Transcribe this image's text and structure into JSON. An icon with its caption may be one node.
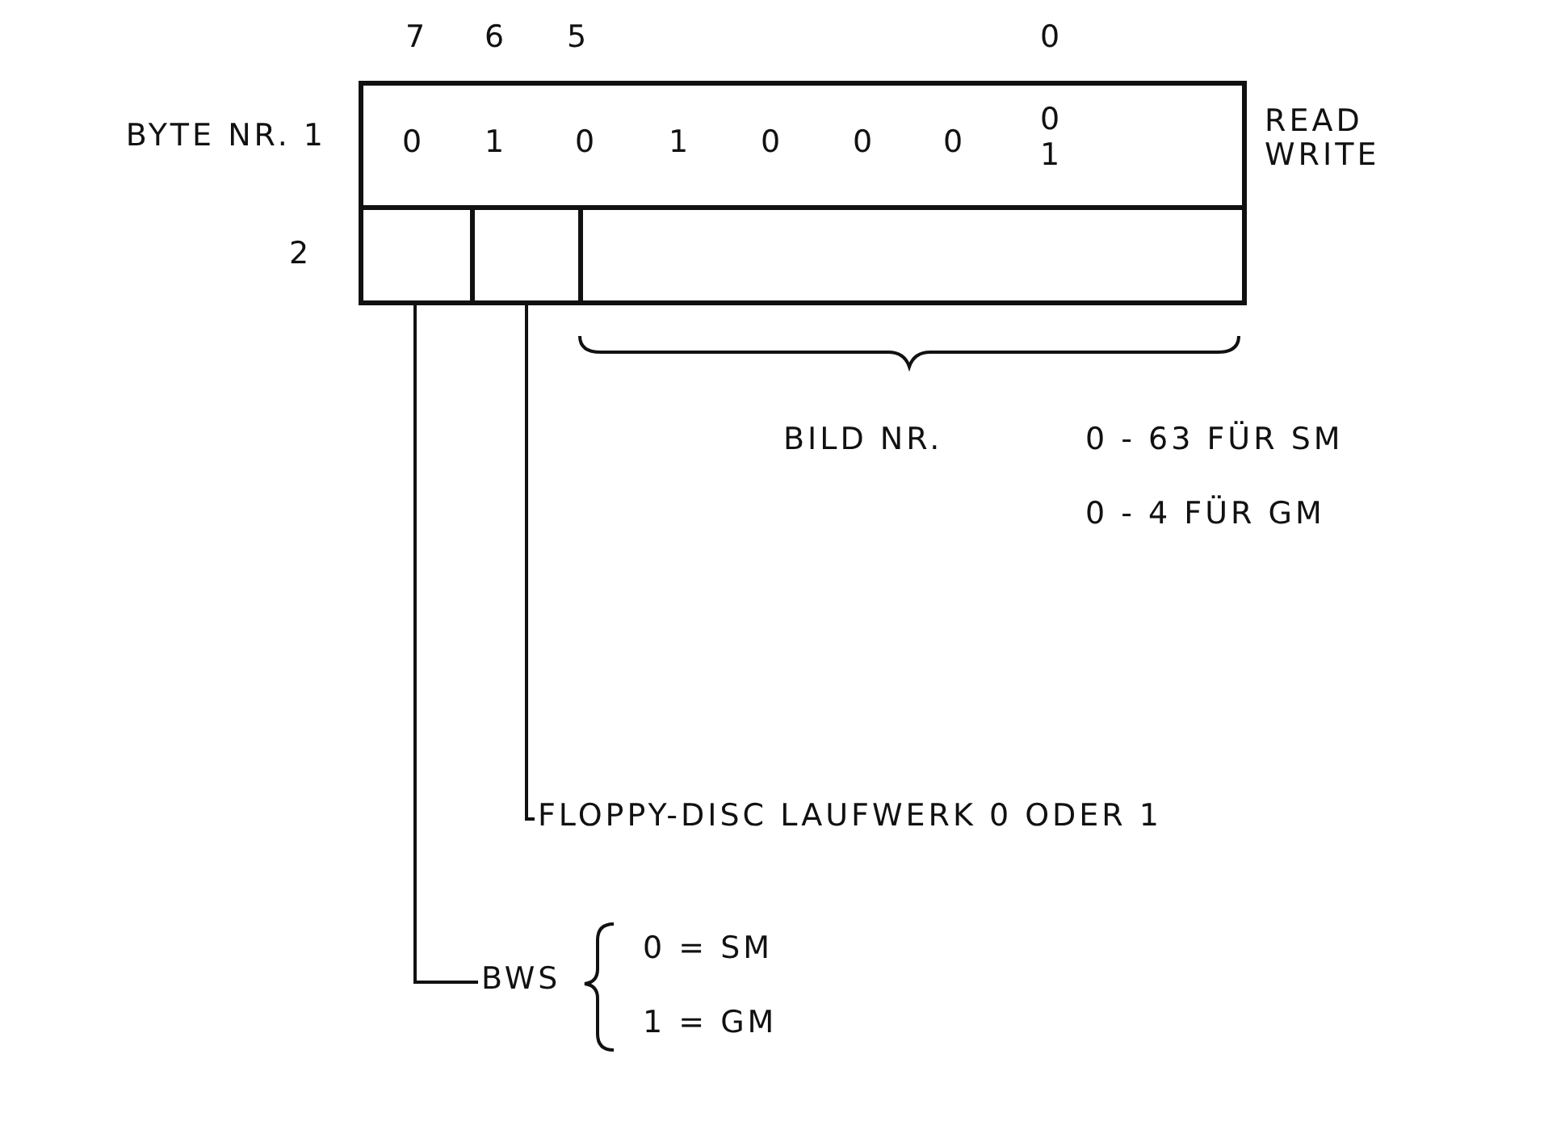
{
  "diagram": {
    "nodes": [
      {
        "text": [
          "0",
          "1",
          "0",
          "1",
          "0",
          "0",
          "0",
          "0 1"
        ],
        "beside": [
          "BYTE NR. 1",
          "READ WRITE"
        ]
      },
      {
        "text": [],
        "shape": "box"
      },
      {
        "text": [],
        "shape": "box"
      },
      {
        "text": [],
        "shape": "box"
      },
      {
        "text": [
          "BWS"
        ]
      },
      {
        "text": [
          "FLOPPY-DISC LAUFWERK 0 ODER 1"
        ]
      }
    ],
    "edges": [
      {
        "from": 4,
        "to": 1,
        "arrow": "none"
      },
      {
        "from": 5,
        "to": 2,
        "arrow": "none"
      }
    ],
    "labels": [
      "7",
      "6",
      "5",
      "0",
      "2",
      "BILD NR.",
      "0 - 63 FÜR SM",
      "0 - 4 FÜR GM",
      "0 = SM",
      "1 = GM"
    ]
  }
}
